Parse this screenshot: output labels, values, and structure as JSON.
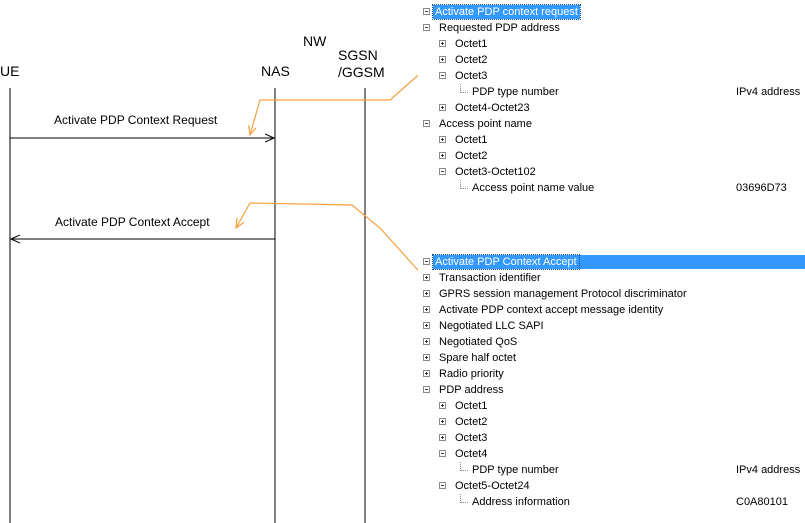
{
  "sequence": {
    "entities": {
      "ue": "UE",
      "nas": "NAS",
      "nw": "NW",
      "sgsn": "SGSN\n/GGSM"
    },
    "messages": {
      "request": "Activate PDP Context Request",
      "accept": "Activate PDP Context Accept"
    }
  },
  "colors": {
    "callout": "#f5a03c",
    "selection": "#3399ff",
    "lifeline": "#000000"
  },
  "request_tree": {
    "header": "Activate PDP context request",
    "rows": [
      {
        "level": 1,
        "toggle": "minus",
        "label": "Requested PDP address"
      },
      {
        "level": 2,
        "toggle": "plus",
        "label": "Octet1"
      },
      {
        "level": 2,
        "toggle": "plus",
        "label": "Octet2"
      },
      {
        "level": 2,
        "toggle": "minus",
        "label": "Octet3"
      },
      {
        "level": 3,
        "toggle": "leaf",
        "label": "PDP type number",
        "value": "IPv4 address"
      },
      {
        "level": 2,
        "toggle": "plus",
        "label": "Octet4-Octet23"
      },
      {
        "level": 1,
        "toggle": "minus",
        "label": "Access point name"
      },
      {
        "level": 2,
        "toggle": "plus",
        "label": "Octet1"
      },
      {
        "level": 2,
        "toggle": "plus",
        "label": "Octet2"
      },
      {
        "level": 2,
        "toggle": "minus",
        "label": "Octet3-Octet102"
      },
      {
        "level": 3,
        "toggle": "leaf",
        "label": "Access point name value",
        "value": "03696D73"
      }
    ]
  },
  "accept_tree": {
    "header": "Activate PDP Context Accept",
    "rows": [
      {
        "level": 1,
        "toggle": "plus",
        "label": "Transaction identifier"
      },
      {
        "level": 1,
        "toggle": "plus",
        "label": "GPRS session management Protocol discriminator"
      },
      {
        "level": 1,
        "toggle": "plus",
        "label": "Activate PDP context accept message identity"
      },
      {
        "level": 1,
        "toggle": "plus",
        "label": "Negotiated LLC SAPI"
      },
      {
        "level": 1,
        "toggle": "plus",
        "label": "Negotiated QoS"
      },
      {
        "level": 1,
        "toggle": "plus",
        "label": "Spare half octet"
      },
      {
        "level": 1,
        "toggle": "plus",
        "label": "Radio priority"
      },
      {
        "level": 1,
        "toggle": "minus",
        "label": "PDP address"
      },
      {
        "level": 2,
        "toggle": "plus",
        "label": "Octet1"
      },
      {
        "level": 2,
        "toggle": "plus",
        "label": "Octet2"
      },
      {
        "level": 2,
        "toggle": "plus",
        "label": "Octet3"
      },
      {
        "level": 2,
        "toggle": "minus",
        "label": "Octet4"
      },
      {
        "level": 3,
        "toggle": "leaf",
        "label": "PDP type number",
        "value": "IPv4 address"
      },
      {
        "level": 2,
        "toggle": "minus",
        "label": "Octet5-Octet24"
      },
      {
        "level": 3,
        "toggle": "leaf",
        "label": "Address information",
        "value": "C0A80101"
      }
    ]
  }
}
